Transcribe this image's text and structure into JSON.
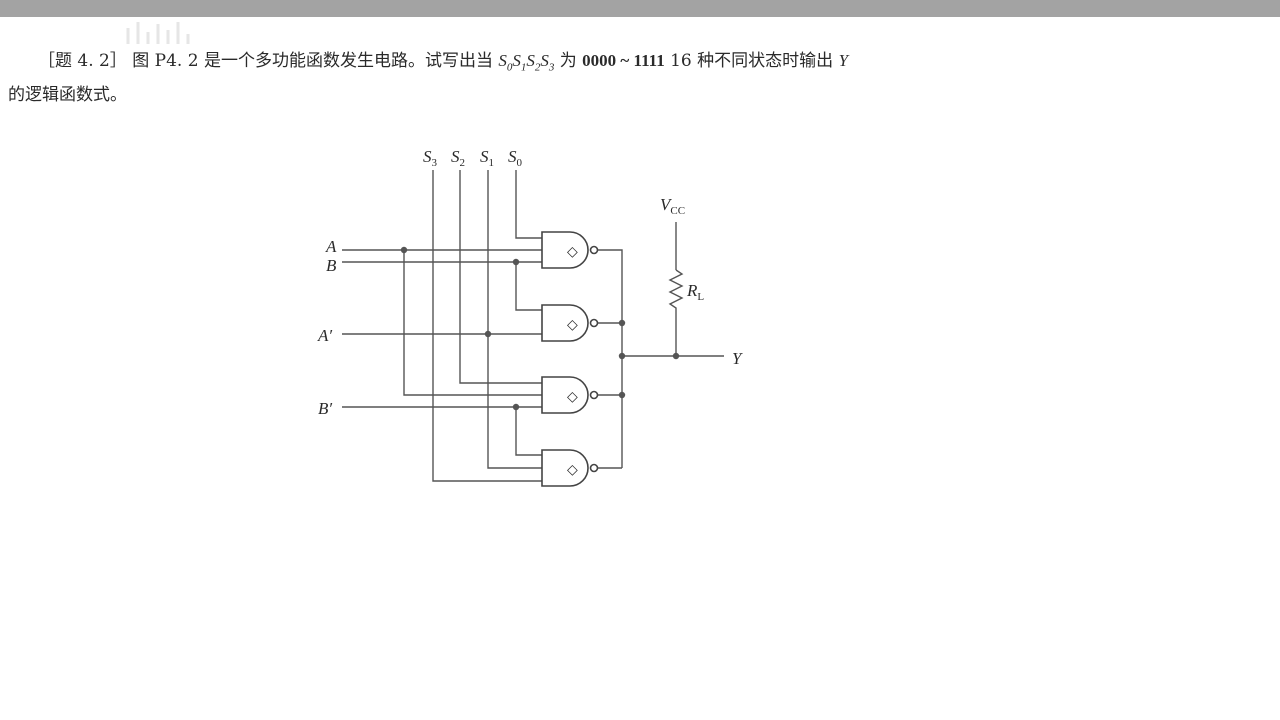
{
  "problem": {
    "tag": "［题 4. 2］",
    "fig_ref": "图 P4. 2",
    "text_a": "是一个多功能函数发生电路。试写出当",
    "selector": "S0S1S2S3",
    "text_b": "为",
    "range": "0000 ~ 1111",
    "text_c": "16 种不同状态时输出",
    "output_var": "Y",
    "line2": "的逻辑函数式。"
  },
  "circuit": {
    "selectors": [
      {
        "name": "S",
        "sub": "3"
      },
      {
        "name": "S",
        "sub": "2"
      },
      {
        "name": "S",
        "sub": "1"
      },
      {
        "name": "S",
        "sub": "0"
      }
    ],
    "inputs": {
      "a": "A",
      "b": "B",
      "a_prime": "A′",
      "b_prime": "B′"
    },
    "vcc": {
      "name": "V",
      "sub": "CC"
    },
    "resistor": {
      "name": "R",
      "sub": "L"
    },
    "output": "Y",
    "gate_symbol": "◇"
  }
}
